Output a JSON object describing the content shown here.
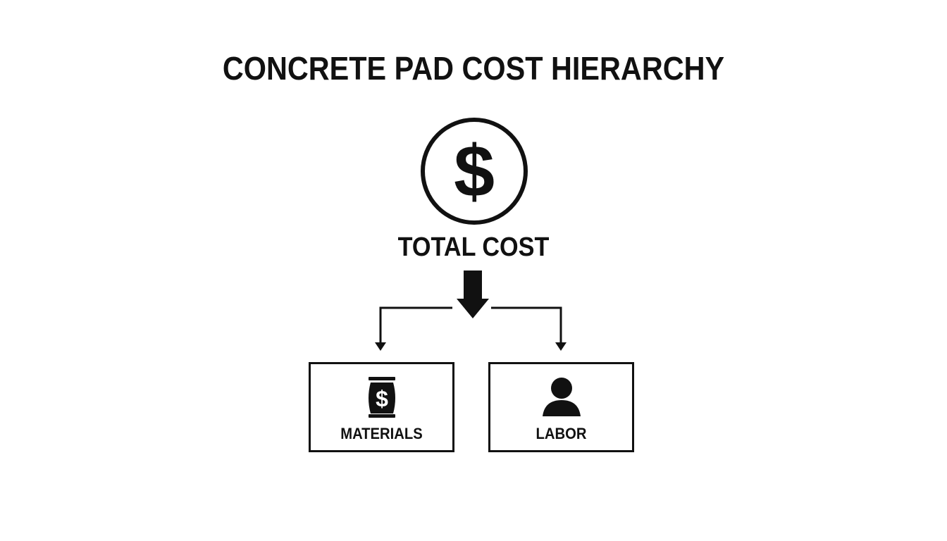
{
  "title": "CONCRETE PAD COST HIERARCHY",
  "root": {
    "label": "TOTAL COST",
    "icon": "dollar-circle-icon"
  },
  "children": [
    {
      "label": "MATERIALS",
      "icon": "money-bag-icon"
    },
    {
      "label": "LABOR",
      "icon": "person-icon"
    }
  ],
  "colors": {
    "stroke": "#111111",
    "background": "#ffffff"
  }
}
